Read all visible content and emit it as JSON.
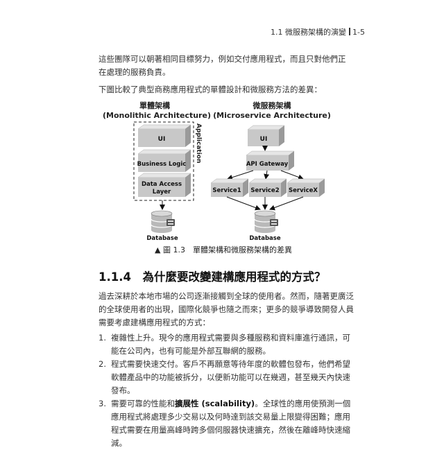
{
  "header": {
    "section": "1.1 微服務架構的演變",
    "page": "1-5"
  },
  "intro": {
    "p1": "這些團隊可以朝著相同目標努力，例如交付應用程式，而且只對他們正在處理的服務負責。",
    "p2": "下圖比較了典型商務應用程式的單體設計和微服務方法的差異："
  },
  "figure": {
    "mono_title_zh": "單體架構",
    "mono_title_en": "(Monolithic Architecture)",
    "micro_title_zh": "微服務架構",
    "micro_title_en": "(Microservice Architecture)",
    "app_label": "Application",
    "mono_layers": [
      "UI",
      "Business Logic",
      "Data Access",
      "Layer"
    ],
    "micro_ui": "UI",
    "gateway": "API Gateway",
    "services": [
      "Service1",
      "Service2",
      "ServiceX"
    ],
    "db_label": "Database",
    "caption": "▲ 圖 1.3　單體架構和微服務架構的差異"
  },
  "section": {
    "title": "1.1.4　為什麼要改變建構應用程式的方式？",
    "p1": "過去深耕於本地市場的公司逐漸接觸到全球的使用者。然而，隨著更廣泛的全球使用者的出現，國際化競爭也隨之而來；更多的競爭導致開發人員需要考慮建構應用程式的方式："
  },
  "list": [
    {
      "num": "1.",
      "text": "複雜性上升。現今的應用程式需要與多種服務和資料庫進行通訊，可能在公司內，也有可能是外部互聯網的服務。"
    },
    {
      "num": "2.",
      "text": "程式需要快速交付。客戶不再願意等待年度的軟體包發布，他們希望軟體產品中的功能被拆分，以便新功能可以在幾週，甚至幾天內快速發布。"
    },
    {
      "num": "3.",
      "pre": "需要可靠的性能和",
      "bold": "擴展性 (scalability)",
      "post": "。全球性的應用使預測一個應用程式將處理多少交易以及何時達到該交易量上限變得困難；應用程式需要在用量高峰時跨多個伺服器快速擴充，然後在離峰時快速縮減。"
    }
  ]
}
